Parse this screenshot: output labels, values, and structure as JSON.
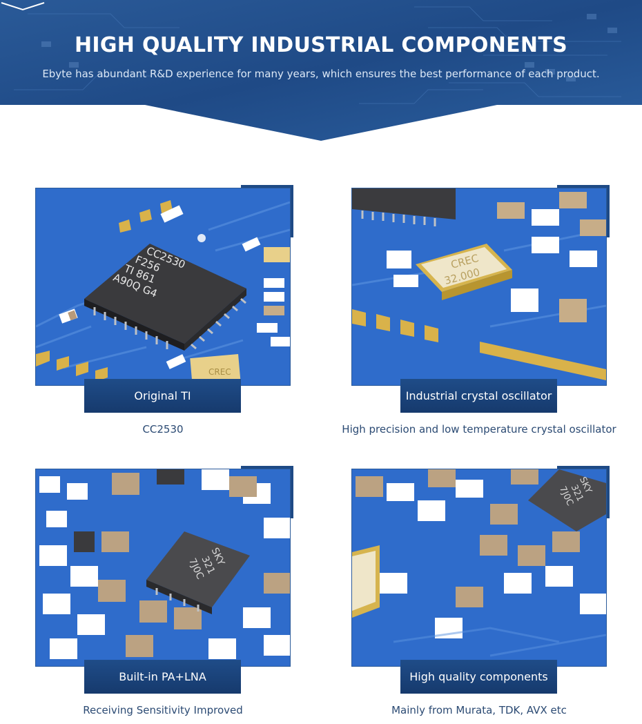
{
  "banner": {
    "title": "HIGH QUALITY INDUSTRIAL COMPONENTS",
    "subtitle": "Ebyte has abundant R&D experience for many years, which ensures the best performance of each product."
  },
  "cards": [
    {
      "label": "Original TI",
      "caption": "CC2530",
      "chip_lines": [
        "CC2530",
        "F256",
        "TI 861",
        "A90Q  G4"
      ],
      "crystal_text": "CREC"
    },
    {
      "label": "Industrial crystal oscillator",
      "caption": "High precision and low temperature crystal oscillator",
      "crystal_lines": [
        "CREC",
        "32.000"
      ]
    },
    {
      "label": "Built-in PA+LNA",
      "caption": "Receiving Sensitivity Improved",
      "chip_lines": [
        "SKY",
        "321",
        "7J0C"
      ]
    },
    {
      "label": "High quality components",
      "caption": "Mainly from Murata, TDK, AVX etc",
      "chip_lines": [
        "SKY",
        "321",
        "7J0C"
      ]
    }
  ],
  "colors": {
    "banner_dark": "#1d4a86",
    "pcb_blue": "#2d68c4",
    "label_bg": "#1f4c88",
    "caption_text": "#2b4a73"
  }
}
